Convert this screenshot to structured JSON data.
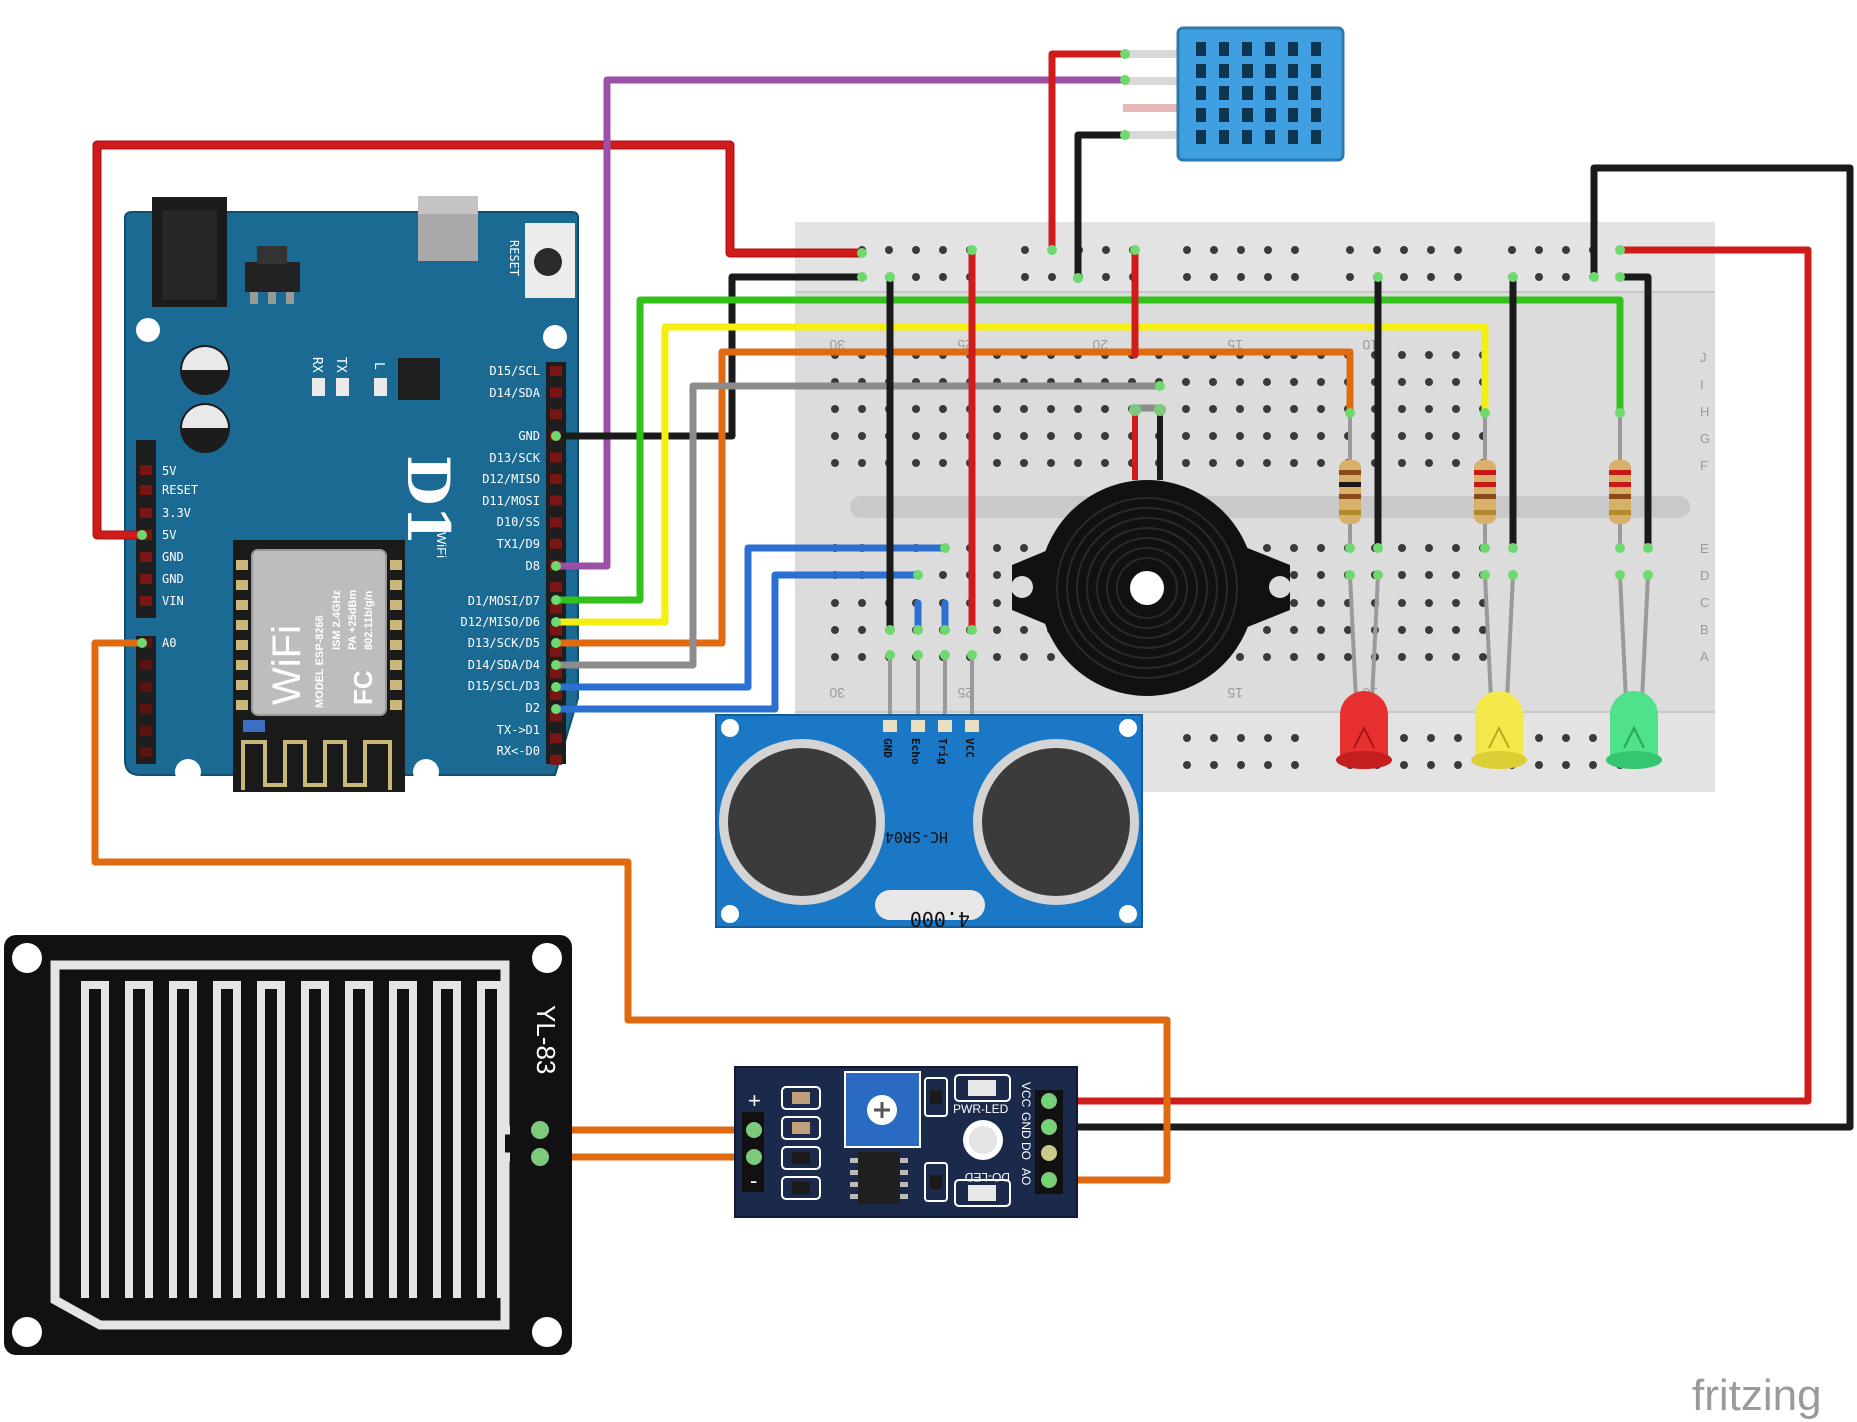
{
  "wemos": {
    "logo": "D1",
    "logo_sub": "WiFi",
    "reset_label": "RESET",
    "led_labels": [
      "RX",
      "TX",
      "L"
    ],
    "left_pins": [
      "5V",
      "RESET",
      "3.3V",
      "5V",
      "GND",
      "GND",
      "VIN"
    ],
    "analog_pin": "A0",
    "right_pins": [
      "D15/SCL",
      "D14/SDA",
      "",
      "GND",
      "D13/SCK",
      "D12/MISO",
      "D11/MOSI",
      "D10/SS",
      "TX1/D9",
      "D8",
      "",
      "D1/MOSI/D7",
      "D12/MISO/D6",
      "D13/SCK/D5",
      "D14/SDA/D4",
      "D15/SCL/D3",
      "D2",
      "TX->D1",
      "RX<-D0"
    ]
  },
  "esp_module": {
    "wifi_text": "WiFi",
    "lines": [
      "MODEL ESP-8266",
      "ISM 2.4GHz",
      "PA +25dBm",
      "802.11b/g/n"
    ],
    "fc_mark": "FC"
  },
  "hcsr04": {
    "model": "HC-SR04",
    "crystal": "4.000",
    "pins": [
      "GND",
      "Echo",
      "Trig",
      "VCC"
    ]
  },
  "rain_sensor": {
    "label": "YL-83"
  },
  "rain_module": {
    "pin_labels": [
      "VCC",
      "GND",
      "DO",
      "AO"
    ],
    "pwr_led": "PWR-LED",
    "do_led": "DO-LED",
    "plus": "+",
    "minus": "-"
  },
  "breadboard": {
    "row_letters": [
      "J",
      "I",
      "H",
      "G",
      "F",
      "E",
      "D",
      "C",
      "B",
      "A"
    ],
    "column_numbers": [
      "30",
      "25",
      "20",
      "15",
      "10"
    ]
  },
  "leds": [
    "red",
    "yellow",
    "green"
  ],
  "watermark": "fritzing",
  "colors": {
    "board_blue": "#1a6a93",
    "breadboard": "#dedede",
    "wire_red": "#d01b1b",
    "wire_black": "#1a1a1a",
    "wire_green": "#33c21c",
    "wire_yellow": "#f4ef10",
    "wire_orange": "#e06a10",
    "wire_gray": "#8c8c8c",
    "wire_blue": "#2b6fd0",
    "wire_purple": "#9c4fa6",
    "led_red": "#e83030",
    "led_yellow": "#f5e84a",
    "led_green": "#4fe28a"
  }
}
